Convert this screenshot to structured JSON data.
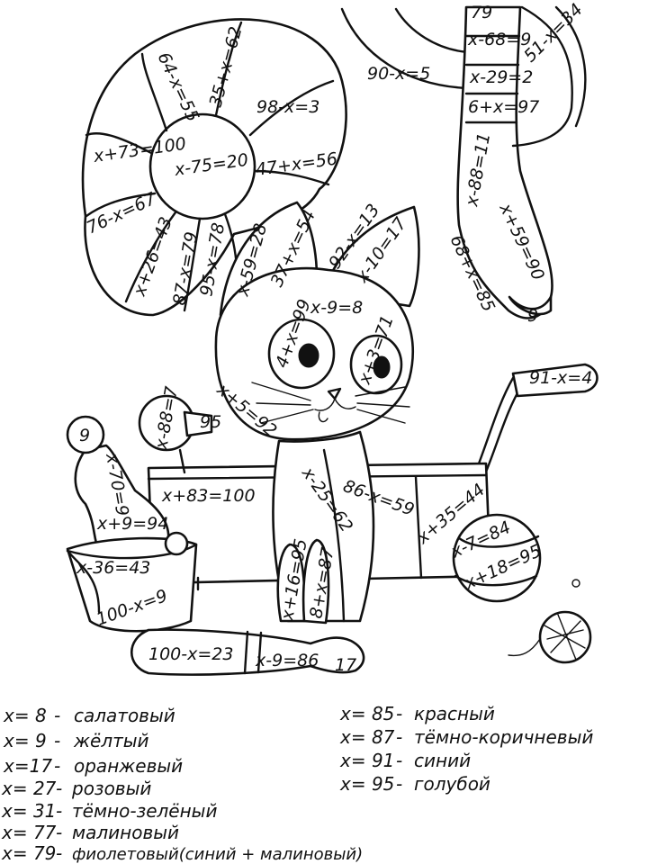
{
  "equations": {
    "tail_top": "79",
    "tail_1": "x-68=9",
    "tail_2": "x-29=2",
    "tail_3": "6+x=97",
    "tail_4": "x-88=11",
    "right_top": "51-x=34",
    "rim_top": "90-x=5",
    "leg_1": "x+59=90",
    "leg_2": "68+x=85",
    "foot": "9",
    "petal_1": "64-x=55",
    "petal_2": "35+x=62",
    "petal_3": "98-x=3",
    "petal_4": "x+73=100",
    "center": "x-75=20",
    "petal_5": "47+x=56",
    "petal_6": "76-x=67",
    "petal_7": "x+26=43",
    "petal_8": "87-x=79",
    "petal_9": "95-x=78",
    "ear_1": "x-59=28",
    "ear_2": "37+x=54",
    "ear_3": "92-x=13",
    "ear_4": "x-10=17",
    "forehead": "x-9=8",
    "eye_left": "4+x=99",
    "eye_right": "x+3=71",
    "cheek": "x+5=92",
    "handle": "91-x=4",
    "knob": "x-88=7",
    "knob_tip": "95",
    "pin_top": "9",
    "pin_neck": "x-70=9",
    "pin_body": "x+9=94",
    "box_front": "x+83=100",
    "body_1": "x-25=62",
    "body_2": "86-x=59",
    "stripe": "x+35=44",
    "ball_1": "x-7=84",
    "ball_2": "x+18=95",
    "bucket_rim": "x-36=43",
    "bucket": "100-x=9",
    "paw_left": "x+16=95",
    "paw_right": "8+x=87",
    "bottom_pin_1": "100-x=23",
    "bottom_pin_2": "x-9=86",
    "bottom_pin_tip": "17"
  },
  "legend_left": [
    {
      "x": "x= 8",
      "color": "салатовый"
    },
    {
      "x": "x= 9",
      "color": "жёлтый"
    },
    {
      "x": "x=17",
      "color": "оранжевый"
    },
    {
      "x": "x= 27",
      "color": "розовый"
    },
    {
      "x": "x= 31",
      "color": "тёмно-зелёный"
    },
    {
      "x": "x= 77",
      "color": "малиновый"
    },
    {
      "x": "x= 79",
      "color": "фиолетовый(синий + малиновый)"
    }
  ],
  "legend_right": [
    {
      "x": "x= 85",
      "color": "красный"
    },
    {
      "x": "x= 87",
      "color": "тёмно-коричневый"
    },
    {
      "x": "x= 91",
      "color": "синий"
    },
    {
      "x": "x= 95",
      "color": "голубой"
    }
  ],
  "legend_separator": "-"
}
